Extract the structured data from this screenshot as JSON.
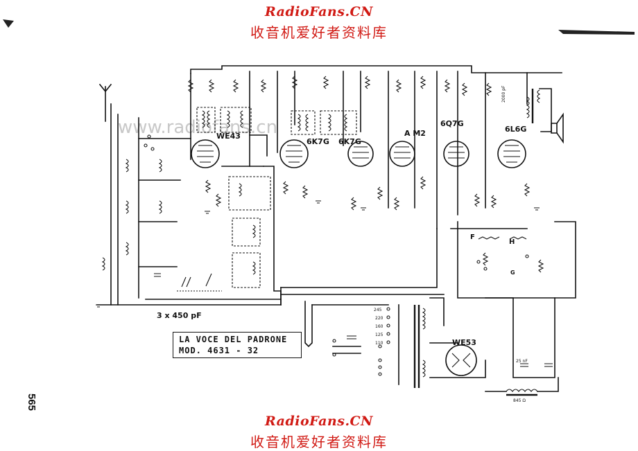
{
  "watermark": {
    "site": "RadioFans.CN",
    "site_cn": "收音机爱好者资料库"
  },
  "title_block": {
    "line1": "LA VOCE DEL PADRONE",
    "line2": "MOD. 4631 - 32"
  },
  "page_number": "565",
  "tubes": [
    {
      "id": "WE43",
      "label": "WE43"
    },
    {
      "id": "6K7G",
      "label": "6K7G"
    },
    {
      "id": "6K7G-b",
      "label": "6K7G"
    },
    {
      "id": "AM2",
      "label": "A M2"
    },
    {
      "id": "6Q7G",
      "label": "6Q7G"
    },
    {
      "id": "6L6G",
      "label": "6L6G"
    },
    {
      "id": "WE53",
      "label": "WE53"
    }
  ],
  "labels": {
    "variable_cap": "3 x 450 pF",
    "output_cap": "2000 pF",
    "cap_25": "25 nF",
    "field": "845 Ω",
    "tone_f": "F",
    "tone_h": "H",
    "tone_g": "G"
  },
  "mains_taps": [
    "245",
    "220",
    "160",
    "125",
    "110"
  ],
  "colors": {
    "ink": "#111111",
    "watermark": "#d11a14",
    "background": "#ffffff"
  }
}
